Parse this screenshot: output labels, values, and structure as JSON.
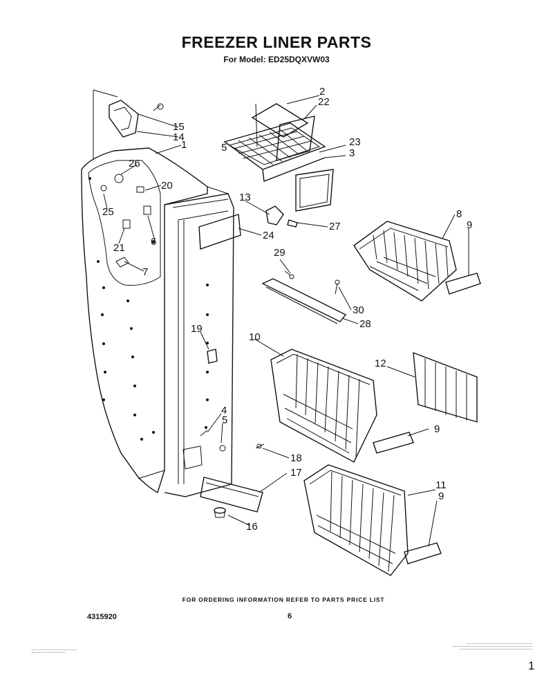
{
  "header": {
    "title": "FREEZER LINER PARTS",
    "subtitle": "For Model: ED25DQXVW03"
  },
  "callouts": {
    "c2": "2",
    "c22": "22",
    "c23": "23",
    "c3": "3",
    "c15": "15",
    "c14": "14",
    "c1": "1",
    "c26": "26",
    "c20": "20",
    "c25": "25",
    "c21": "21",
    "c6": "6",
    "c7": "7",
    "c13": "13",
    "c27": "27",
    "c24": "24",
    "c8": "8",
    "c9a": "9",
    "c29": "29",
    "c30": "30",
    "c28": "28",
    "c19": "19",
    "c10": "10",
    "c12": "12",
    "c9b": "9",
    "c4": "4",
    "c5a": "5",
    "c5b": "5",
    "c18": "18",
    "c17": "17",
    "c11": "11",
    "c9c": "9",
    "c16": "16"
  },
  "footer": {
    "ordering_note": "FOR ORDERING INFORMATION REFER TO PARTS PRICE LIST",
    "page_number": "6",
    "document_number": "4315920",
    "corner_number": "1"
  }
}
